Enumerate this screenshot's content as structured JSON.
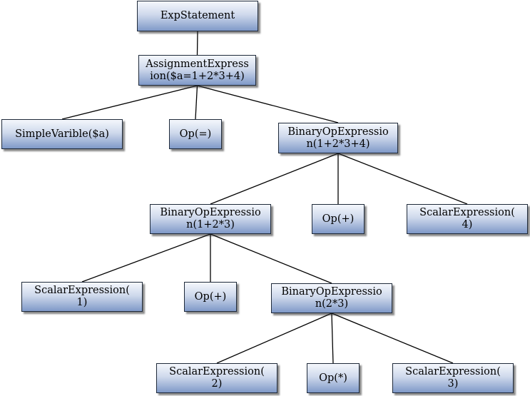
{
  "nodes": {
    "n1": {
      "label": "ExpStatement"
    },
    "n2": {
      "label": "AssignmentExpress\nion($a=1+2*3+4)"
    },
    "n3": {
      "label": "SimpleVarible($a)"
    },
    "n4": {
      "label": "Op(=)"
    },
    "n5": {
      "label": "BinaryOpExpressio\nn(1+2*3+4)"
    },
    "n6": {
      "label": "BinaryOpExpressio\nn(1+2*3)"
    },
    "n7": {
      "label": "Op(+)"
    },
    "n8": {
      "label": "ScalarExpression(\n4)"
    },
    "n9": {
      "label": "ScalarExpression(\n1)"
    },
    "n10": {
      "label": "Op(+)"
    },
    "n11": {
      "label": "BinaryOpExpressio\nn(2*3)"
    },
    "n12": {
      "label": "ScalarExpression(\n2)"
    },
    "n13": {
      "label": "Op(*)"
    },
    "n14": {
      "label": "ScalarExpression(\n3)"
    }
  },
  "edges": [
    [
      "n1",
      "n2"
    ],
    [
      "n2",
      "n3"
    ],
    [
      "n2",
      "n4"
    ],
    [
      "n2",
      "n5"
    ],
    [
      "n5",
      "n6"
    ],
    [
      "n5",
      "n7"
    ],
    [
      "n5",
      "n8"
    ],
    [
      "n6",
      "n9"
    ],
    [
      "n6",
      "n10"
    ],
    [
      "n6",
      "n11"
    ],
    [
      "n11",
      "n12"
    ],
    [
      "n11",
      "n13"
    ],
    [
      "n11",
      "n14"
    ]
  ],
  "colors": {
    "node_top": "#f4f7fc",
    "node_bottom": "#7f99c8",
    "line": "#000000"
  }
}
